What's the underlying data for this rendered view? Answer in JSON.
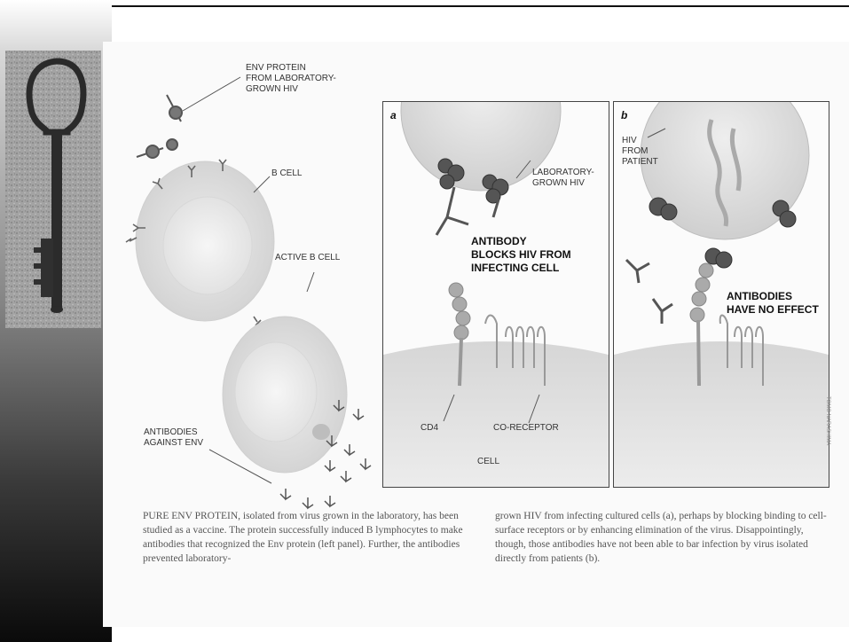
{
  "left_panel": {
    "env_label": "ENV PROTEIN\nFROM LABORATORY-\nGROWN HIV",
    "b_cell_label": "B CELL",
    "active_b_cell_label": "ACTIVE B CELL",
    "antibodies_label": "ANTIBODIES\nAGAINST ENV"
  },
  "panel_a": {
    "letter": "a",
    "lab_hiv_label": "LABORATORY-\nGROWN HIV",
    "headline": "ANTIBODY\nBLOCKS HIV FROM\nINFECTING CELL",
    "cd4_label": "CD4",
    "coreceptor_label": "CO-RECEPTOR",
    "cell_label": "CELL"
  },
  "panel_b": {
    "letter": "b",
    "hiv_label": "HIV\nFROM\nPATIENT",
    "headline": "ANTIBODIES\nHAVE NO EFFECT"
  },
  "credit": "TOMO NARASHIMA",
  "caption": {
    "left_lead": "PURE ENV PROTEIN,",
    "left_rest": " isolated from virus grown in the laboratory, has been studied as a vaccine. The protein successfully induced B lymphocytes to make antibodies that recognized the Env protein (left panel). Further, the antibodies prevented laboratory-",
    "right": "grown HIV from infecting cultured cells (a), perhaps by blocking binding to cell-surface receptors or by enhancing elimination of the virus. Disappointingly, though, those antibodies have not been able to bar infection by virus isolated directly from patients (b)."
  }
}
